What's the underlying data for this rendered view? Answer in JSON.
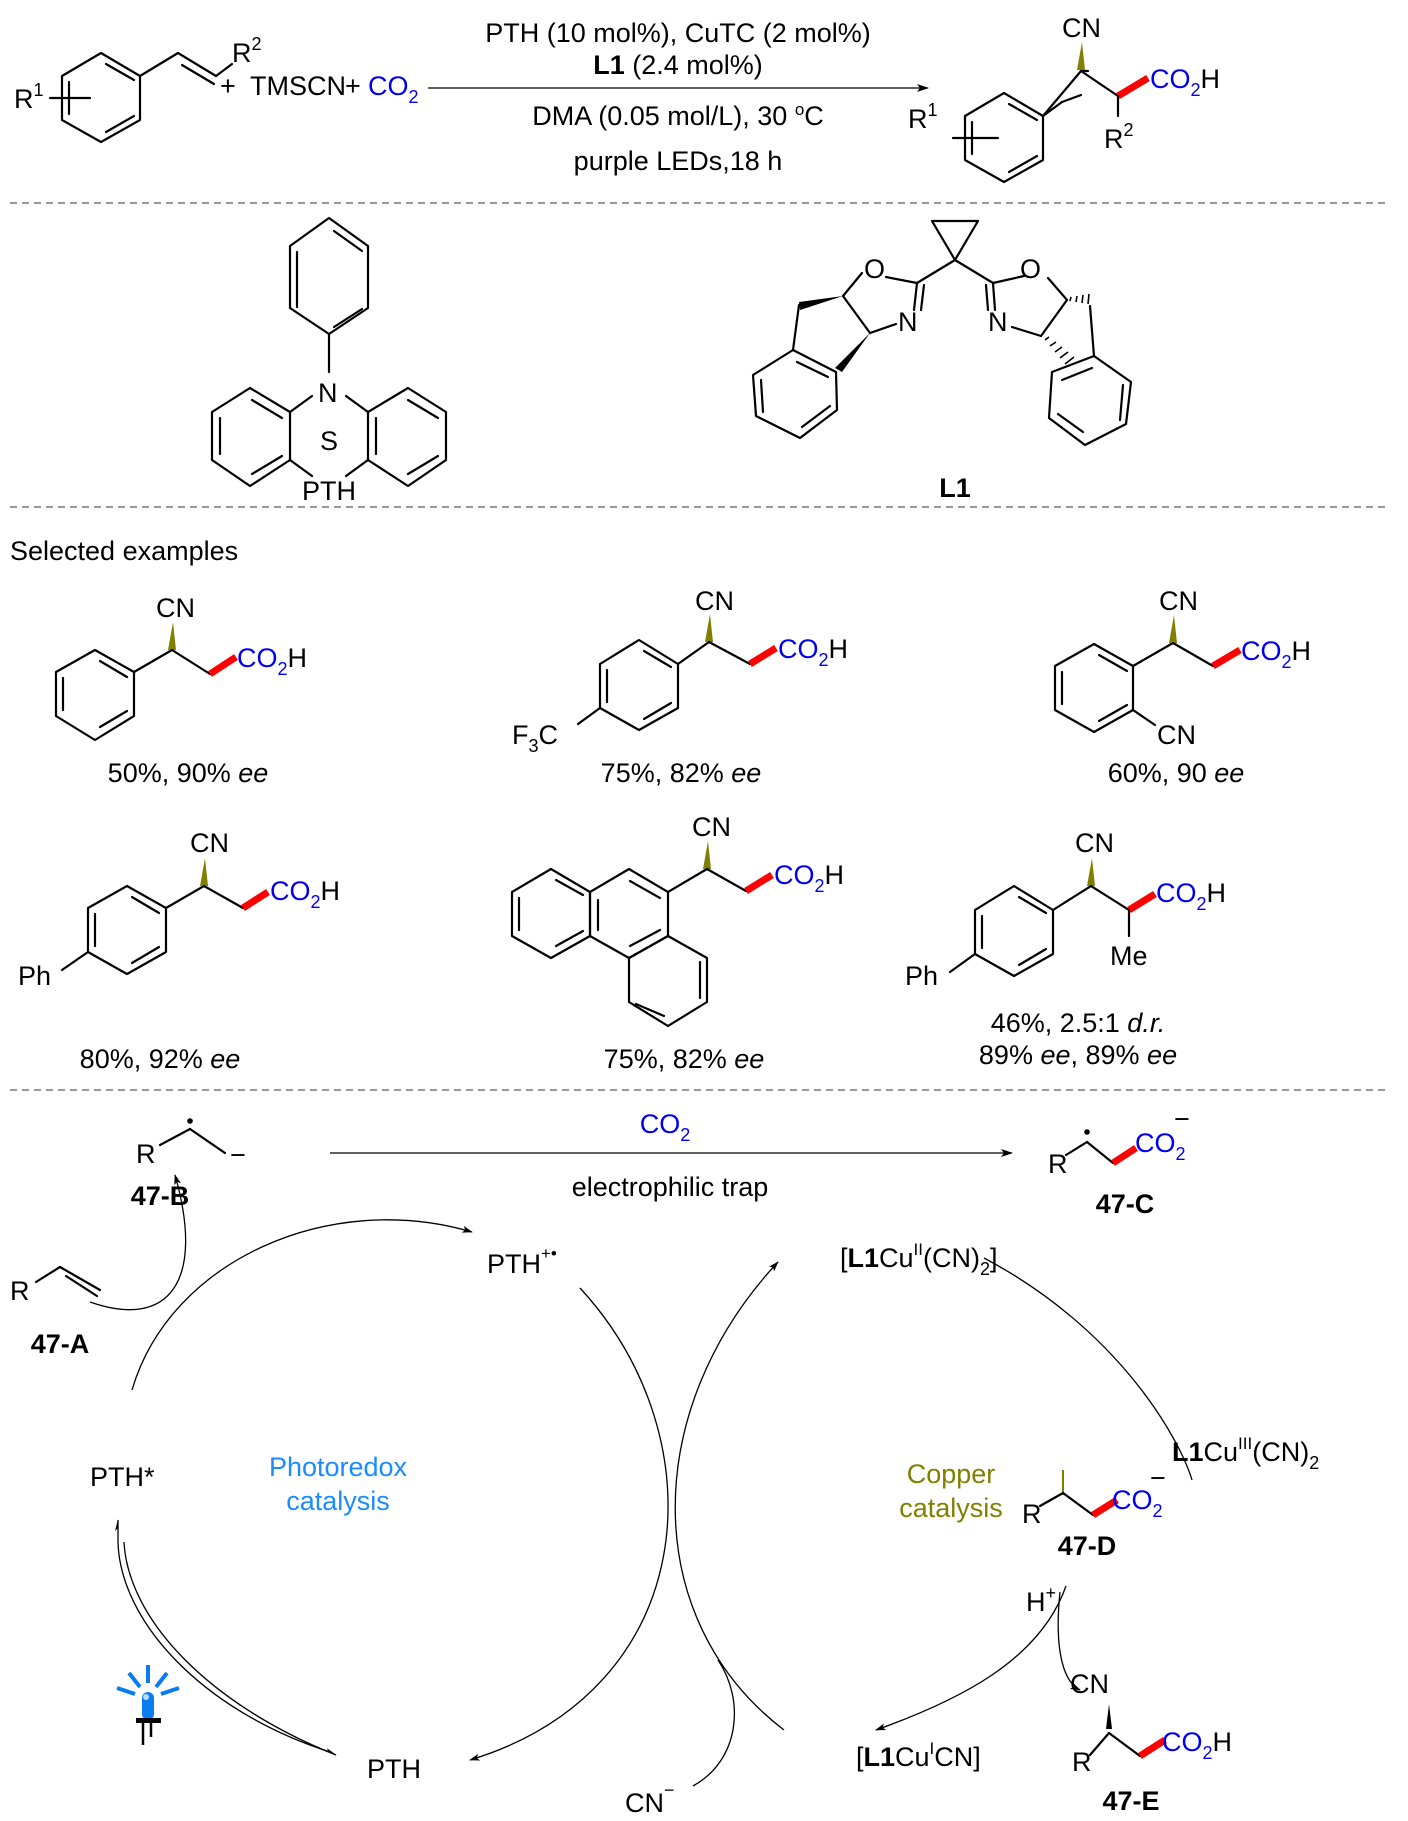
{
  "reaction": {
    "reactant_r1": "R",
    "reactant_r1_sup": "1",
    "reactant_r2": "R",
    "reactant_r2_sup": "2",
    "plus1": "+",
    "reagent_tmscn": "TMSCN",
    "plus2": "+",
    "co2_main": "CO",
    "co2_sub": "2",
    "conditions_above_1": "PTH (10 mol%), CuTC (2 mol%)",
    "conditions_above_2_bold": "L1",
    "conditions_above_2_rest": " (2.4 mol%)",
    "conditions_below_1_pre": "DMA (0.05 mol/L), 30 ",
    "conditions_below_1_sup": "o",
    "conditions_below_1_post": "C",
    "conditions_below_2": "purple LEDs,18 h",
    "product_cn": "CN",
    "product_co2h_c": "CO",
    "product_co2h_sub": "2",
    "product_co2h_h": "H",
    "product_r1": "R",
    "product_r1_sup": "1",
    "product_r2": "R",
    "product_r2_sup": "2"
  },
  "catalysts": {
    "pth_label": "PTH",
    "pth_atom_n": "N",
    "pth_atom_s": "S",
    "l1_label": "L1",
    "l1_atom_o": "O",
    "l1_atom_n": "N"
  },
  "examples": {
    "heading": "Selected examples",
    "items": [
      {
        "result": "50%, 90% ",
        "result_italic": "ee",
        "substituent": ""
      },
      {
        "result": "75%, 82% ",
        "result_italic": "ee",
        "substituent": "F3C"
      },
      {
        "result": "60%, 90 ",
        "result_italic": "ee",
        "substituent": "CN"
      },
      {
        "result": "80%, 92% ",
        "result_italic": "ee",
        "substituent": "Ph"
      },
      {
        "result": "75%, 82% ",
        "result_italic": "ee",
        "substituent": "phenanthren-9-yl"
      },
      {
        "result": "46%, 2.5:1 ",
        "result_italic": "d.r.",
        "result2": "89% ",
        "result2_italic_a": "ee",
        "result2_mid": ", 89% ",
        "result2_italic_b": "ee",
        "substituent": "Ph",
        "alpha": "Me"
      }
    ],
    "cn": "CN",
    "co2h_c": "CO",
    "co2h_sub": "2",
    "co2h_h": "H",
    "f3c_f": "F",
    "f3c_sub": "3",
    "f3c_c": "C",
    "ph": "Ph",
    "me": "Me"
  },
  "mechanism": {
    "co2_label_c": "CO",
    "co2_label_sub": "2",
    "arrow_label": "electrophilic trap",
    "r": "R",
    "minus": "−",
    "b_label": "47-B",
    "a_label": "47-A",
    "c_label": "47-C",
    "d_label": "47-D",
    "e_label": "47-E",
    "pth_radical_cation": "PTH",
    "pth_radical_cation_sup": "+•",
    "pth_excited": "PTH*",
    "pth_ground": "PTH",
    "photoredox_line1": "Photoredox",
    "photoredox_line2": "catalysis",
    "copper_line1": "Copper",
    "copper_line2": "catalysis",
    "cu2_pre": "[",
    "cu2_bold": "L1",
    "cu2_cu": "Cu",
    "cu2_sup": "II",
    "cu2_rest": "(CN)",
    "cu2_sub": "2",
    "cu2_post": "]",
    "cu3_bold": "L1",
    "cu3_cu": "Cu",
    "cu3_sup": "III",
    "cu3_rest": "(CN)",
    "cu3_sub": "2",
    "cu1_pre": "[",
    "cu1_bold": "L1",
    "cu1_cu": "Cu",
    "cu1_sup": "I",
    "cu1_rest": "CN]",
    "h_plus": "H",
    "h_plus_sup": "+",
    "cn_anion": "CN",
    "cn_anion_sup": "−",
    "co2_anion_c": "CO",
    "co2_anion_sub": "2",
    "co2_anion_sup": "−",
    "e_cn": "CN",
    "e_co2h_c": "CO",
    "e_co2h_sub": "2",
    "e_co2h_h": "H"
  },
  "colors": {
    "co2_blue": "#0000ee",
    "new_bond_red": "#ff0000",
    "wedge_olive": "#808000",
    "photoredox_blue": "#1a8cff",
    "copper_olive": "#808000",
    "led_blue": "#0a7cf0"
  }
}
